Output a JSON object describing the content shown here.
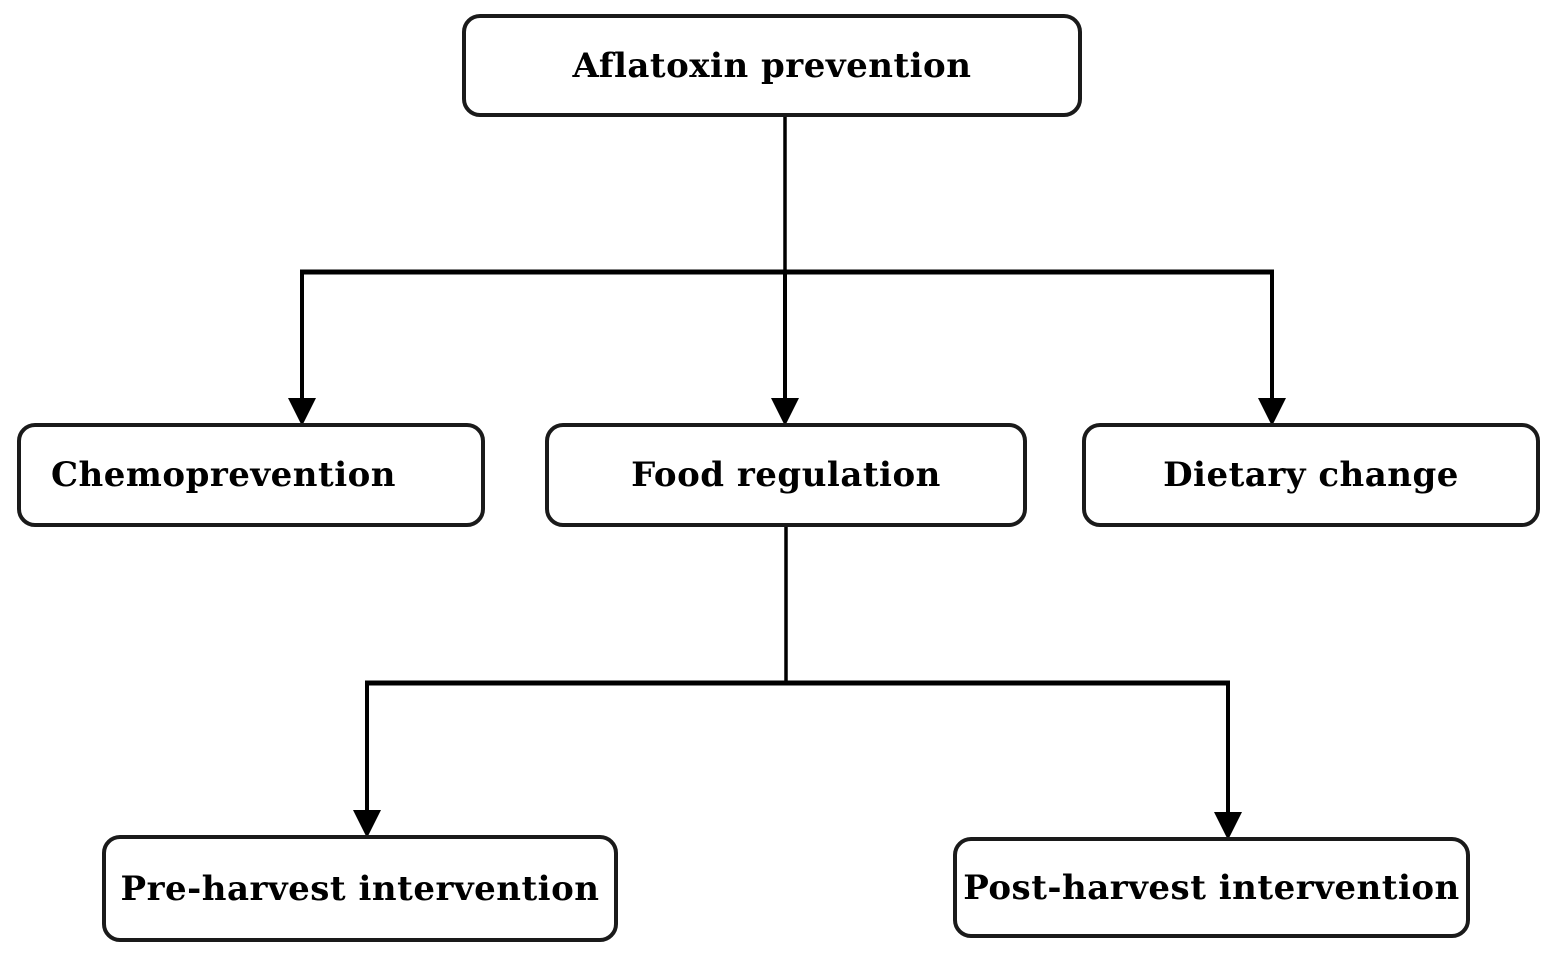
{
  "diagram": {
    "type": "flowchart",
    "colors": {
      "background": "#ffffff",
      "line": "#000000",
      "box_border": "#1a1a1a",
      "box_fill": "#ffffff",
      "text": "#000000"
    },
    "nodes": {
      "root": {
        "label": "Aflatoxin prevention"
      },
      "chemoprevention": {
        "label": "Chemoprevention"
      },
      "food_regulation": {
        "label": "Food regulation"
      },
      "dietary_change": {
        "label": "Dietary change"
      },
      "pre_harvest": {
        "label": "Pre-harvest intervention"
      },
      "post_harvest": {
        "label": "Post-harvest intervention"
      }
    },
    "edges": [
      {
        "from": "Aflatoxin prevention",
        "to": "Chemoprevention"
      },
      {
        "from": "Aflatoxin prevention",
        "to": "Food regulation"
      },
      {
        "from": "Aflatoxin prevention",
        "to": "Dietary change"
      },
      {
        "from": "Food regulation",
        "to": "Pre-harvest intervention"
      },
      {
        "from": "Food regulation",
        "to": "Post-harvest intervention"
      }
    ]
  }
}
